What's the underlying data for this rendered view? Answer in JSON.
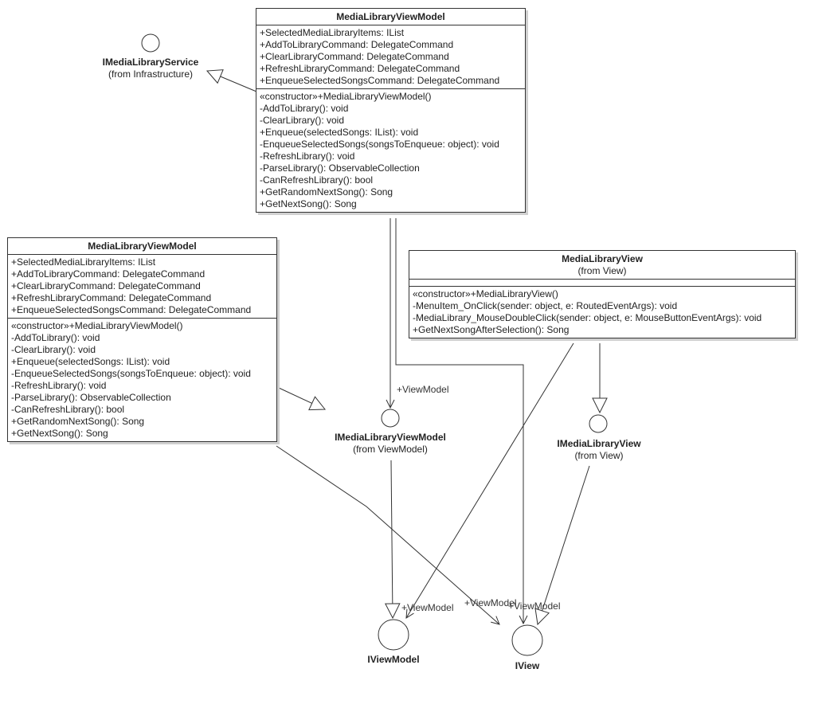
{
  "classes": {
    "vm_top": {
      "name": "MediaLibraryViewModel",
      "attributes": [
        "+SelectedMediaLibraryItems: IList",
        "+AddToLibraryCommand: DelegateCommand",
        "+ClearLibraryCommand: DelegateCommand",
        "+RefreshLibraryCommand: DelegateCommand",
        "+EnqueueSelectedSongsCommand: DelegateCommand"
      ],
      "operations": [
        "«constructor»+MediaLibraryViewModel()",
        "-AddToLibrary(): void",
        "-ClearLibrary(): void",
        "+Enqueue(selectedSongs: IList): void",
        "-EnqueueSelectedSongs(songsToEnqueue: object): void",
        "-RefreshLibrary(): void",
        "-ParseLibrary(): ObservableCollection",
        "-CanRefreshLibrary(): bool",
        "+GetRandomNextSong(): Song",
        "+GetNextSong(): Song"
      ]
    },
    "vm_left": {
      "name": "MediaLibraryViewModel",
      "attributes": [
        "+SelectedMediaLibraryItems: IList",
        "+AddToLibraryCommand: DelegateCommand",
        "+ClearLibraryCommand: DelegateCommand",
        "+RefreshLibraryCommand: DelegateCommand",
        "+EnqueueSelectedSongsCommand: DelegateCommand"
      ],
      "operations": [
        "«constructor»+MediaLibraryViewModel()",
        "-AddToLibrary(): void",
        "-ClearLibrary(): void",
        "+Enqueue(selectedSongs: IList): void",
        "-EnqueueSelectedSongs(songsToEnqueue: object): void",
        "-RefreshLibrary(): void",
        "-ParseLibrary(): ObservableCollection",
        "-CanRefreshLibrary(): bool",
        "+GetRandomNextSong(): Song",
        "+GetNextSong(): Song"
      ]
    },
    "view": {
      "name": "MediaLibraryView",
      "from": "(from View)",
      "attributes": [],
      "operations": [
        "«constructor»+MediaLibraryView()",
        "-MenuItem_OnClick(sender: object, e: RoutedEventArgs): void",
        "-MediaLibrary_MouseDoubleClick(sender: object, e: MouseButtonEventArgs): void",
        "+GetNextSongAfterSelection(): Song"
      ]
    }
  },
  "interfaces": {
    "imedia_library_service": {
      "name": "IMediaLibraryService",
      "from": "(from Infrastructure)"
    },
    "imedia_library_view_model": {
      "name": "IMediaLibraryViewModel",
      "from": "(from ViewModel)"
    },
    "imedia_library_view": {
      "name": "IMediaLibraryView",
      "from": "(from View)"
    },
    "iview_model": {
      "name": "IViewModel"
    },
    "iview": {
      "name": "IView"
    }
  },
  "edge_labels": {
    "vm_to_ivm": "+ViewModel",
    "view_to_iviewmodel": "+ViewModel",
    "vmleft_to_iview": "+ViewModel",
    "vmtop_to_iview": "+ViewModel"
  }
}
